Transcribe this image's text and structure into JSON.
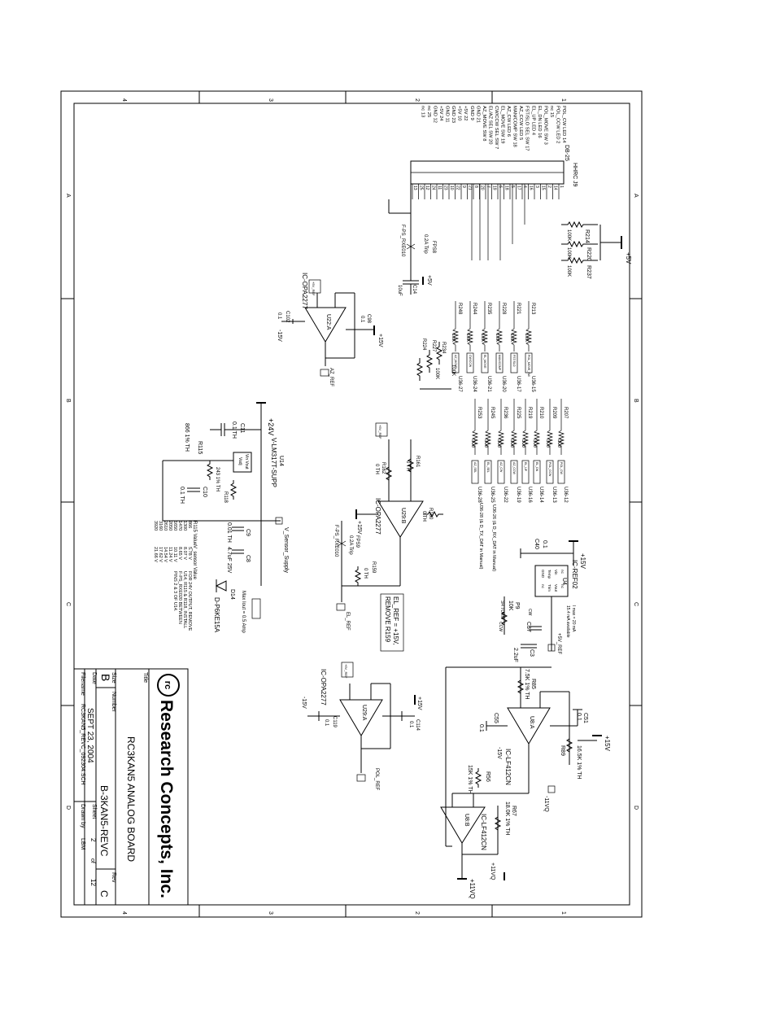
{
  "title_block": {
    "company": "Research Concepts, Inc.",
    "title_label": "Title",
    "title": "RC3KAN5 ANALOG BOARD",
    "size_label": "Size",
    "size": "B",
    "number_label": "Number",
    "number": "B-3KAN5-REVC",
    "rev_label": "Rev",
    "rev": "C",
    "date_label": "Date",
    "date": "SEPT 23, 2004",
    "drawn_label": "Drawn by",
    "drawn": "LBM",
    "filename_label": "Filename",
    "filename": "RC3KAN5_REVC_092304.SCH",
    "sheet_label": "Sheet",
    "sheet": "2",
    "of_label": "of",
    "sheets": "12"
  },
  "zones": {
    "cols": [
      "4",
      "3",
      "2",
      "1"
    ],
    "rows": [
      "A",
      "B",
      "C",
      "D"
    ]
  },
  "connector": {
    "ref": "J9",
    "name": "HHRC",
    "type": "DB-25",
    "pins": [
      {
        "n": "14",
        "label": "POL_CW LED"
      },
      {
        "n": "2",
        "label": "POL_CCW LED"
      },
      {
        "n": "15",
        "label": "nc"
      },
      {
        "n": "3",
        "label": "POL_MOVE SW"
      },
      {
        "n": "16",
        "label": "EL_DN LED"
      },
      {
        "n": "4",
        "label": "EL_UP LED"
      },
      {
        "n": "17",
        "label": "FST/SLO SEL SW"
      },
      {
        "n": "5",
        "label": "AZ_CCW LED"
      },
      {
        "n": "18",
        "label": "MAN/COMP SW"
      },
      {
        "n": "6",
        "label": "AZ_CW LED"
      },
      {
        "n": "19",
        "label": "EL_MOVE SW"
      },
      {
        "n": "7",
        "label": "CW/CCW SEL SW"
      },
      {
        "n": "20",
        "label": "EL/AZ SEL SW"
      },
      {
        "n": "8",
        "label": "AZ_MOVE SW"
      },
      {
        "n": "21",
        "label": "GND"
      },
      {
        "n": "9",
        "label": "GND"
      },
      {
        "n": "22",
        "label": "+5V"
      },
      {
        "n": "10",
        "label": "+5V"
      },
      {
        "n": "23",
        "label": "GND"
      },
      {
        "n": "11",
        "label": "GND"
      },
      {
        "n": "24",
        "label": "+5V"
      },
      {
        "n": "12",
        "label": "GND"
      },
      {
        "n": "25",
        "label": "nc"
      },
      {
        "n": "13",
        "label": "nc"
      }
    ],
    "pin_numbers": [
      "1",
      "14",
      "2",
      "15",
      "3",
      "16",
      "4",
      "17",
      "5",
      "18",
      "6",
      "19",
      "7",
      "20",
      "8",
      "21",
      "9",
      "22",
      "10",
      "23",
      "11",
      "24",
      "12",
      "25",
      "13"
    ]
  },
  "pullups": [
    {
      "ref": "R214",
      "value": "100K"
    },
    {
      "ref": "R220",
      "value": "100K"
    },
    {
      "ref": "R237",
      "value": "100K"
    }
  ],
  "rail_5v": "+5V",
  "fuse_rxe": {
    "ref": "FPS8",
    "value": "0.2A Trip",
    "part": "F-PS_RXE010"
  },
  "cap_c14": {
    "ref": "C14",
    "value": "10uF",
    "rail": "+5V"
  },
  "switch_resistors": [
    {
      "ref": "R213",
      "value": "1.8K",
      "net": "U36-15",
      "tag": "POL_MOVE_SW"
    },
    {
      "ref": "R221",
      "value": "1.8K",
      "net": "U36-17",
      "tag": "FST/SLO"
    },
    {
      "ref": "R228",
      "value": "1.8K",
      "net": "U36-20",
      "tag": "MAN/COMP"
    },
    {
      "ref": "R235",
      "value": "1.8K",
      "net": "U36-21",
      "tag": "EL_MOVE"
    },
    {
      "ref": "R244",
      "value": "1.8K",
      "net": "U36-24",
      "tag": "CW/CCW"
    },
    {
      "ref": "R248",
      "value": "1.8K",
      "net": "U36-27",
      "tag": "AZ_MOVE"
    }
  ],
  "switch_pullups": [
    {
      "ref": "R224",
      "value": "100K"
    },
    {
      "ref": "R227",
      "value": "100K"
    },
    {
      "ref": "R234",
      "value": "100K"
    }
  ],
  "led_resistors": [
    {
      "ref": "R207",
      "value": "300",
      "net": "U36-12",
      "tag": "POL_CW"
    },
    {
      "ref": "R209",
      "value": "300",
      "net": "U36-13",
      "tag": "POL_CCW"
    },
    {
      "ref": "R210",
      "value": "300",
      "net": "U36-14",
      "tag": "EL_DN"
    },
    {
      "ref": "R219",
      "value": "300",
      "net": "U36-16",
      "tag": "EL_UP"
    },
    {
      "ref": "R225",
      "value": "300",
      "net": "U36-19",
      "tag": "AZ_CCW"
    },
    {
      "ref": "R236",
      "value": "300",
      "net": "U36-22",
      "tag": "AZ_CW"
    },
    {
      "ref": "R245",
      "value": "300",
      "net": "U36-25",
      "tag": "EL_SEL"
    },
    {
      "ref": "R253",
      "value": "300",
      "net": "U36-28",
      "tag": "AZ_SEL"
    }
  ],
  "led_note": "U36-26 (& D_RX_DAT in Manual)",
  "led_note2": "U36-28 (& D_TX_DAT in Manual)",
  "u22a": {
    "part": "IC-OPA2277",
    "ref": "U22:A",
    "cap1": "C102",
    "cap1v": "0.1",
    "cap2": "C98",
    "cap2v": "0.1",
    "vneg": "-15V",
    "vpos": "+15V",
    "out": "AZ_REF",
    "in_tag": "+5V_REF"
  },
  "u14": {
    "part": "V-LM317T-SUPP",
    "ref": "U14",
    "vin": "+24V",
    "pins": "Vin Vout",
    "adj": "Vadj",
    "c11": "C11",
    "c11v": "0.1 TH",
    "r115": "R115",
    "r115v": "866 1% TH",
    "r118": "R118",
    "r118v": "243 1% TH",
    "c10": "C10",
    "c10v": "0.1 TH",
    "c9": "C9",
    "c9v": "0.01 TH",
    "c8": "C8",
    "c8v": "4.7uF 25V",
    "d14": "D14",
    "d14part": "D-P6KE15A",
    "supply": "V_Sensor_Supply",
    "note_max": "Max Iout = 0.5 Amp"
  },
  "r115_table": {
    "h1": "R115 Value",
    "h2": "V_sensor Value",
    "rows": [
      [
        "866",
        "5.78 V"
      ],
      [
        "1300",
        "8.07 V"
      ],
      [
        "1470",
        "8.65 V"
      ],
      [
        "1650",
        "10.11 V"
      ],
      [
        "2050",
        "11.24 V"
      ],
      [
        "2610",
        "14.54 V"
      ],
      [
        "3160",
        "17.62 V"
      ],
      [
        "3920",
        "21.66 V"
      ]
    ],
    "note": [
      "FOR 24V OUTPUT, REMOVE",
      "U14, R115 & R118, INSTALL",
      "F-PS_RXE020 BETWEEN",
      "PINS 2 & 3 OF U14."
    ]
  },
  "u29b": {
    "part": "IC-OPA2277",
    "ref": "U29:B",
    "r161": "R161",
    "r161v": "0 TH",
    "r162": "R162",
    "r162v": "0 TH",
    "r160": "R160",
    "r160v": "0 TH",
    "r159": "R159",
    "r159v": "0 TH",
    "fuse": "FPS9",
    "fusev": "0.2A Trip",
    "fusepart": "F-PS_RXE010",
    "vpos": "+15V",
    "out": "EL_REF",
    "in_tag": "+5V_REF"
  },
  "el_ref_note": [
    "EL_REF = +15V,",
    "REMOVE R159"
  ],
  "u29a": {
    "part": "IC-OPA2277",
    "ref": "U29:A",
    "c119": "C119",
    "c119v": "0.1",
    "c114": "C114",
    "c114v": "0.1",
    "vneg": "-15V",
    "vpos": "+15V",
    "out": "POL_REF",
    "in_tag": "+5V_REF"
  },
  "u4": {
    "part": "IC-REF02",
    "ref": "U4",
    "vin": "+15V",
    "c40": "C40",
    "c40v": "0.1",
    "pins": [
      "nc",
      "Vin",
      "Temp",
      "GND",
      "nc",
      "Vout",
      "Trim",
      "nc"
    ],
    "p9": "P9",
    "p9v": "10K",
    "p9type": "3/4 TURN",
    "cw": "CW",
    "ccw": "CCW",
    "c37": "C37",
    "c3": "C3",
    "c3v": "2.2uF",
    "out": "+5V_REF",
    "note": "I max = 20 mA",
    "note2": "15.4 mA available"
  },
  "u8a": {
    "part": "IC-LF412CN",
    "ref": "U8:A",
    "r85": "R85",
    "r85v": "7.5K 1% TH",
    "r89": "R89",
    "r89v": "16.5K 1% TH",
    "c51": "C51",
    "c51v": "0.1",
    "c55": "C55",
    "c55v": "0.1",
    "vpos": "+15V",
    "vneg": "-15V",
    "vneg_tag": "-11VQ"
  },
  "u8b": {
    "part": "IC-LF412CN",
    "ref": "U8:B",
    "r56": "R56",
    "r56v": "15K 1% TH",
    "r67": "R67",
    "r67v": "18.0K 1% TH",
    "vpos": "+11VQ",
    "vneg": "-11VQ",
    "out": "+11VQ"
  }
}
